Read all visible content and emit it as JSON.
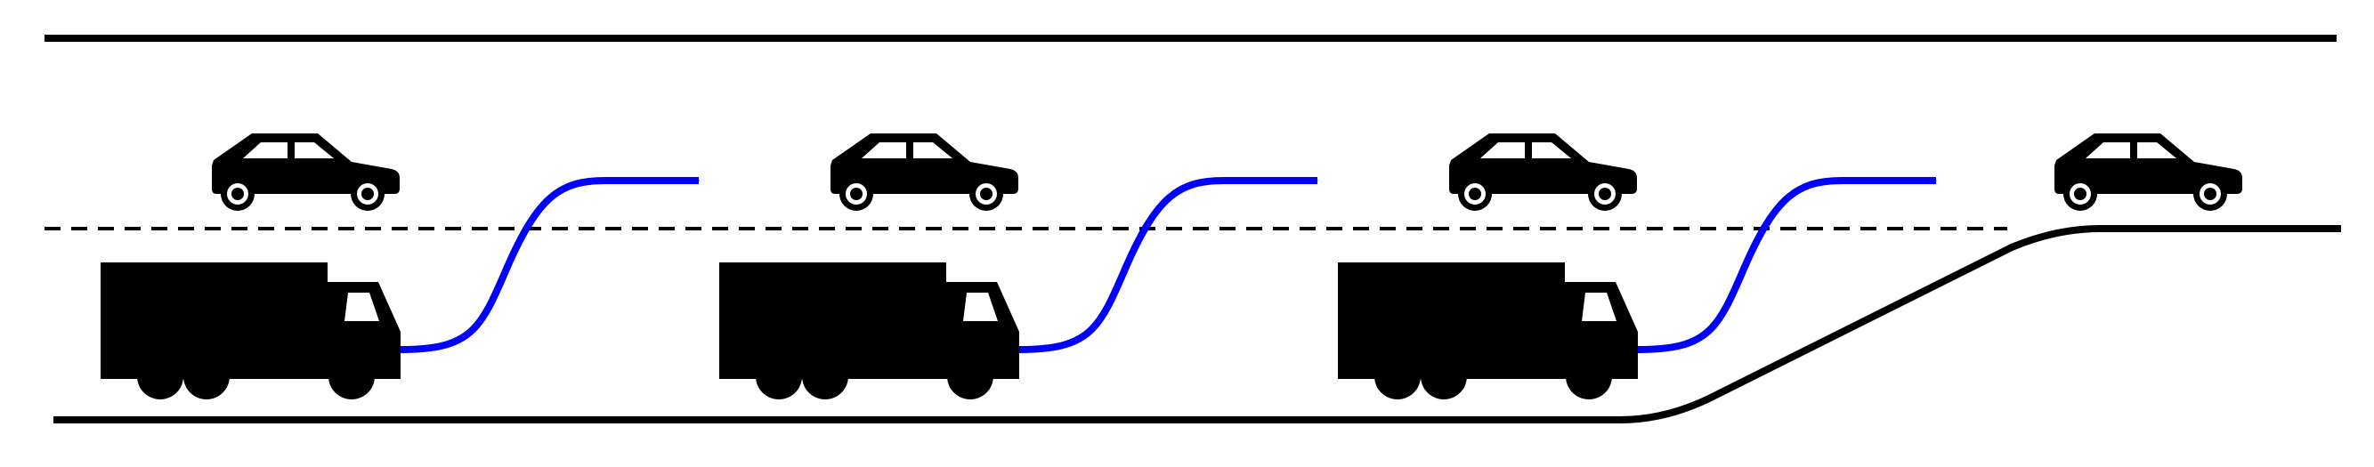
{
  "diagram": {
    "background": "#ffffff",
    "road_color": "#000000",
    "path_color": "#0000ff",
    "vehicle_color": "#000000",
    "cars": [
      {
        "icon": "car-icon",
        "lane": "upper"
      },
      {
        "icon": "car-icon",
        "lane": "upper"
      },
      {
        "icon": "car-icon",
        "lane": "upper"
      },
      {
        "icon": "car-icon",
        "lane": "upper"
      }
    ],
    "trucks": [
      {
        "icon": "truck-icon",
        "lane": "lower"
      },
      {
        "icon": "truck-icon",
        "lane": "lower"
      },
      {
        "icon": "truck-icon",
        "lane": "lower"
      }
    ],
    "lane_change_paths": 3,
    "lane_ends": true
  }
}
